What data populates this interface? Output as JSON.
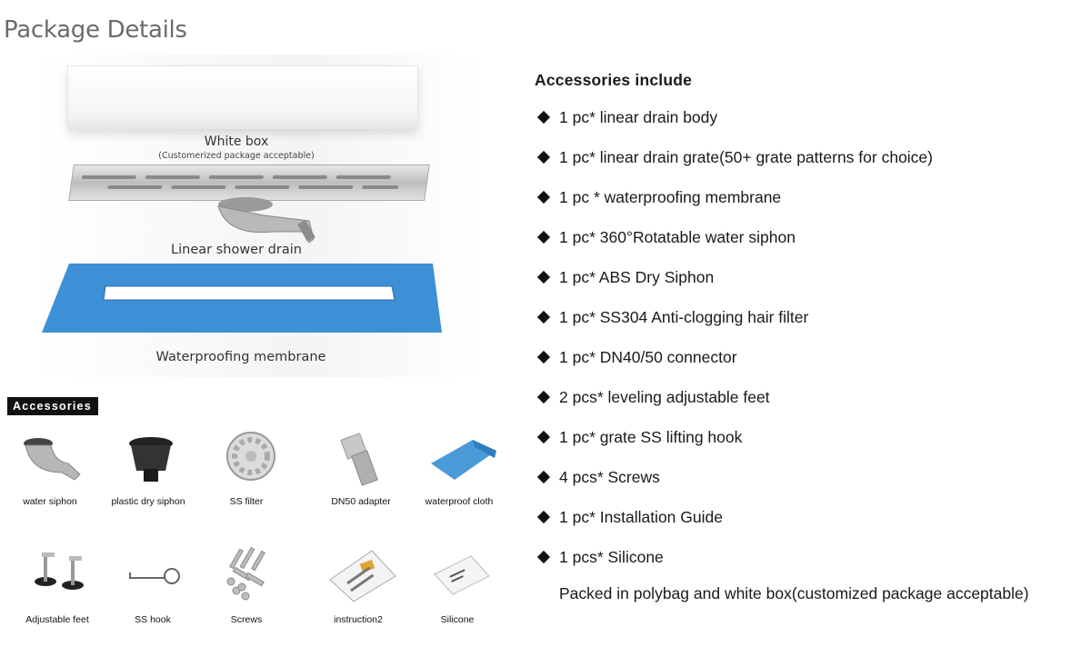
{
  "page_title": "Package Details",
  "scene": {
    "white_box_caption": "White box",
    "white_box_subcaption": "(Customerized package acceptable)",
    "drain_caption": "Linear shower drain",
    "membrane_caption": "Waterproofing membrane"
  },
  "accessories_badge": "Accessories",
  "accessories_grid": [
    {
      "label": "water siphon",
      "icon": "water-siphon-icon"
    },
    {
      "label": "plastic dry siphon",
      "icon": "dry-siphon-icon"
    },
    {
      "label": "SS filter",
      "icon": "filter-icon"
    },
    {
      "label": "DN50 adapter",
      "icon": "adapter-icon"
    },
    {
      "label": "waterproof cloth",
      "icon": "cloth-icon"
    },
    {
      "label": "Adjustable feet",
      "icon": "feet-icon"
    },
    {
      "label": "SS hook",
      "icon": "hook-icon"
    },
    {
      "label": "Screws",
      "icon": "screws-icon"
    },
    {
      "label": "instruction2",
      "icon": "instruction-icon"
    },
    {
      "label": "Silicone",
      "icon": "silicone-icon"
    }
  ],
  "accessories_list": {
    "title": "Accessories include",
    "items": [
      "1 pc* linear drain body",
      "1 pc* linear drain grate(50+ grate patterns for choice)",
      "1 pc * waterproofing membrane",
      "1 pc* 360°Rotatable water siphon",
      "1 pc* ABS Dry Siphon",
      "1 pc* SS304 Anti-clogging hair filter",
      "1 pc* DN40/50 connector",
      "2 pcs* leveling adjustable feet",
      "1 pc* grate SS lifting hook",
      "4 pcs* Screws",
      "1 pc* Installation Guide",
      "1 pcs* Silicone"
    ],
    "packed_note": "Packed in polybag and white box(customized package acceptable)"
  },
  "colors": {
    "membrane_blue": "#3d8fd6",
    "steel": "#c4c4c4",
    "badge_bg": "#111111"
  }
}
